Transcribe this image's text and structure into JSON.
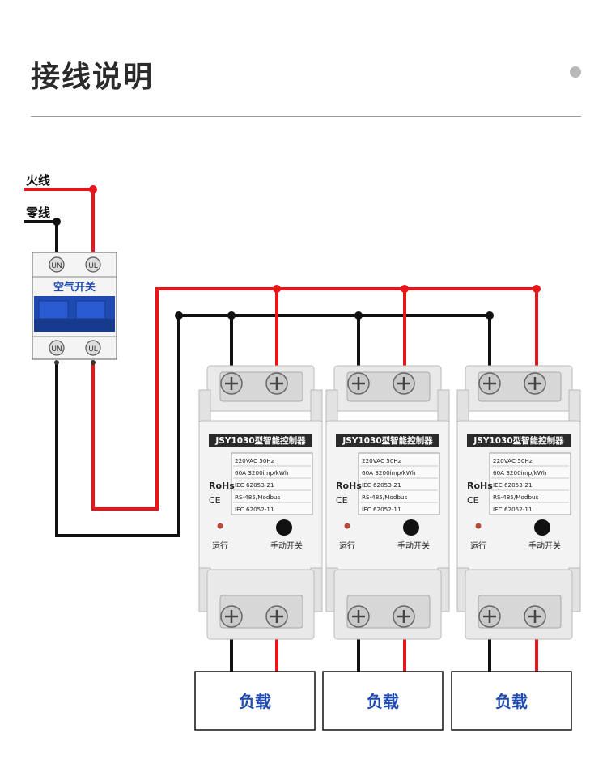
{
  "header": {
    "title": "接线说明"
  },
  "wires": {
    "live_label": "火线",
    "neutral_label": "零线",
    "live_color": "#e8161b",
    "neutral_color": "#111111"
  },
  "breaker": {
    "label": "空气开关",
    "terminals_top": [
      "UN",
      "UL"
    ],
    "terminals_bottom": [
      "UN",
      "UL"
    ],
    "accent": "#1f4bb0"
  },
  "controllers": [
    {
      "model": "JSY1030型智能控制器",
      "specs": [
        "220VAC   50Hz",
        "60A   3200imp/kWh",
        "IEC  62053-21",
        "RS-485/Modbus",
        "IEC  62052-11"
      ],
      "rohs": "RoHs",
      "ce": "CE",
      "run_label": "运行",
      "switch_label": "手动开关"
    },
    {
      "model": "JSY1030型智能控制器",
      "specs": [
        "220VAC   50Hz",
        "60A   3200imp/kWh",
        "IEC  62053-21",
        "RS-485/Modbus",
        "IEC  62052-11"
      ],
      "rohs": "RoHs",
      "ce": "CE",
      "run_label": "运行",
      "switch_label": "手动开关"
    },
    {
      "model": "JSY1030型智能控制器",
      "specs": [
        "220VAC   50Hz",
        "60A   3200imp/kWh",
        "IEC  62053-21",
        "RS-485/Modbus",
        "IEC  62052-11"
      ],
      "rohs": "RoHs",
      "ce": "CE",
      "run_label": "运行",
      "switch_label": "手动开关"
    }
  ],
  "loads": [
    {
      "label": "负载"
    },
    {
      "label": "负载"
    },
    {
      "label": "负载"
    }
  ]
}
